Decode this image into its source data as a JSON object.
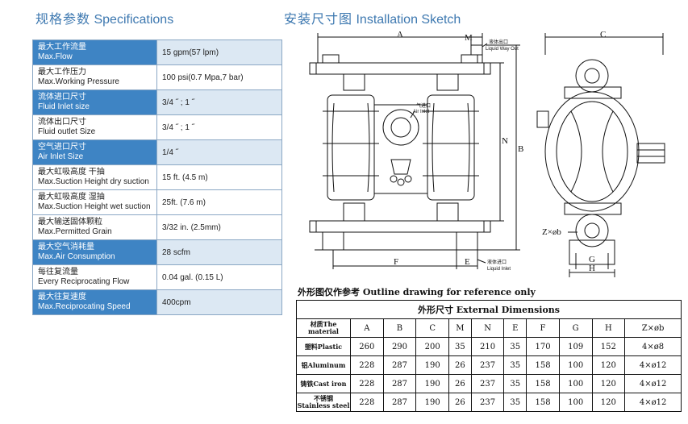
{
  "headings": {
    "spec": {
      "cn": "规格参数",
      "en": "Specifications"
    },
    "sketch": {
      "cn": "安装尺寸图",
      "en": "Installation Sketch"
    }
  },
  "specs": [
    {
      "cn": "最大工作流量",
      "en": "Max.Flow",
      "value": "15 gpm(57 lpm)"
    },
    {
      "cn": "最大工作压力",
      "en": "Max.Working Pressure",
      "value": "100 psi(0.7 Mpa,7 bar)"
    },
    {
      "cn": "流体进口尺寸",
      "en": "Fluid Inlet size",
      "value": "3/4 ˝ ; 1 ˝"
    },
    {
      "cn": "流体出口尺寸",
      "en": "Fluid outlet Size",
      "value": "3/4 ˝ ; 1 ˝"
    },
    {
      "cn": "空气进口尺寸",
      "en": "Air Inlet Size",
      "value": "1/4 ˝"
    },
    {
      "cn": "最大虹吸高度  干抽",
      "en": "Max.Suction Height  dry suction",
      "value": "15 ft. (4.5 m)"
    },
    {
      "cn": "最大虹吸高度  湿抽",
      "en": "Max.Suction Height  wet suction",
      "value": "25ft. (7.6 m)"
    },
    {
      "cn": "最大输送固体颗粒",
      "en": "Max.Permitted Grain",
      "value": "3/32 in. (2.5mm)"
    },
    {
      "cn": "最大空气消耗量",
      "en": "Max.Air Consumption",
      "value": "28 scfm"
    },
    {
      "cn": "每往复流量",
      "en": "Every Reciprocating Flow",
      "value": "0.04 gal. (0.15 L)"
    },
    {
      "cn": "最大往复速度",
      "en": "Max.Reciprocating Speed",
      "value": "400cpm"
    }
  ],
  "sketch_labels": {
    "A": "A",
    "B": "B",
    "C": "C",
    "N": "N",
    "M": "M",
    "E": "E",
    "F": "F",
    "G": "G",
    "H": "H",
    "zxb": "Z×øb",
    "outlet_cn": "液体出口",
    "outlet_en": "Liquid Way Out",
    "air_cn": "气进口",
    "air_en": "Air Inlet",
    "inlet_cn": "液体进口",
    "inlet_en": "Liquid Inlet"
  },
  "dims": {
    "note": "外形图仅作参考  Outline drawing for reference only",
    "caption": "外形尺寸  External Dimensions",
    "headers": [
      "材质The material",
      "A",
      "B",
      "C",
      "M",
      "N",
      "E",
      "F",
      "G",
      "H",
      "Z×øb"
    ],
    "rows": [
      {
        "material": "塑料Plastic",
        "values": [
          "260",
          "290",
          "200",
          "35",
          "210",
          "35",
          "170",
          "109",
          "152",
          "4×ø8"
        ]
      },
      {
        "material": "铝Aluminum",
        "values": [
          "228",
          "287",
          "190",
          "26",
          "237",
          "35",
          "158",
          "100",
          "120",
          "4×ø12"
        ]
      },
      {
        "material": "铸铁Cast iron",
        "values": [
          "228",
          "287",
          "190",
          "26",
          "237",
          "35",
          "158",
          "100",
          "120",
          "4×ø12"
        ]
      },
      {
        "material": "不锈钢 Stainless steel",
        "values": [
          "228",
          "287",
          "190",
          "26",
          "237",
          "35",
          "158",
          "100",
          "120",
          "4×ø12"
        ]
      }
    ]
  }
}
